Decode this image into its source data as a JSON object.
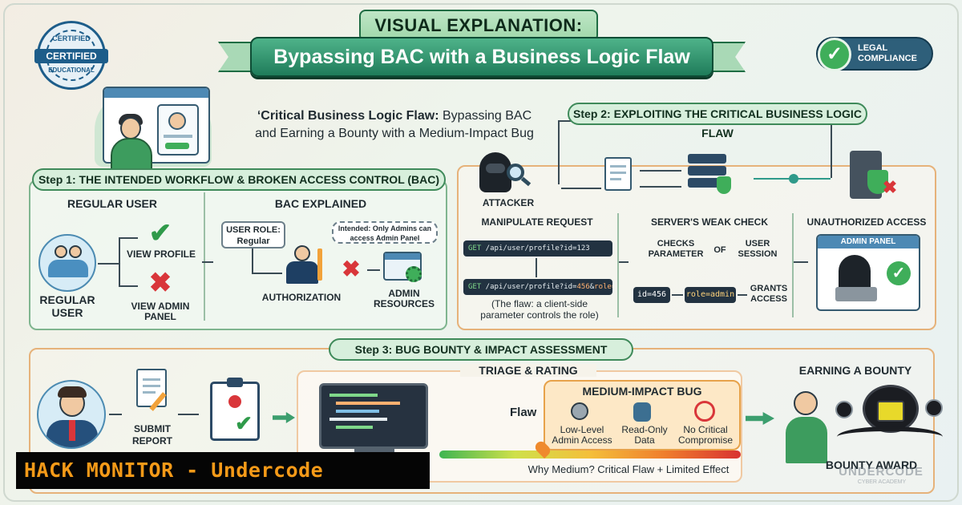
{
  "title": {
    "top": "VISUAL EXPLANATION:",
    "main": "Bypassing BAC with a Business Logic Flaw"
  },
  "seal": {
    "top": "CERTIFIED",
    "ribbon": "CERTIFIED",
    "bottom": "EDUCATIONAL"
  },
  "legal": {
    "line1": "LEGAL",
    "line2": "COMPLIANCE"
  },
  "intro": {
    "bold": "‘Critical Business Logic Flaw:",
    "rest1": " Bypassing BAC",
    "line2": "and Earning a Bounty with a Medium-Impact Bug"
  },
  "step1": {
    "tab": "Step 1: THE INTENDED WORKFLOW & BROKEN ACCESS CONTROL (BAC)",
    "regular_user_heading": "REGULAR USER",
    "regular_user_label": "REGULAR USER",
    "view_profile": "VIEW PROFILE",
    "view_admin": "VIEW ADMIN PANEL",
    "bac_heading": "BAC EXPLAINED",
    "user_role": "USER ROLE: Regular",
    "intended": "Intended: Only Admins can access Admin Panel",
    "authorization": "AUTHORIZATION",
    "admin_resources": "ADMIN RESOURCES"
  },
  "step2": {
    "tab": "Step 2: EXPLOITING THE CRITICAL BUSINESS LOGIC FLAW",
    "attacker": "ATTACKER",
    "manipulate": "MANIPULATE REQUEST",
    "req1_method": "GET",
    "req1_path": " /api/user/profile?id=123",
    "req2_method": "GET",
    "req2_path": " /api/user/profile?id=",
    "req2_id": "456",
    "req2_amp": "&",
    "req2_role": "role=admin",
    "flaw_note": "(The flaw: a client-side parameter controls the role)",
    "weak_check": "SERVER'S WEAK CHECK",
    "checks_param": "CHECKS PARAMETER",
    "of": "OF",
    "user_session": "USER SESSION",
    "id_pill": "id=456",
    "role_pill": "role=admin",
    "grants": "GRANTS ACCESS",
    "unauthorized": "UNAUTHORIZED ACCESS",
    "admin_panel": "ADMIN PANEL"
  },
  "step3": {
    "tab": "Step 3:  BUG BOUNTY & IMPACT ASSESSMENT",
    "submit": "SUBMIT REPORT",
    "triage": "TRIAGE & RATING",
    "flaw": "Flaw",
    "medium": "MEDIUM-IMPACT BUG",
    "low_level": "Low-Level Admin Access",
    "read_only": "Read-Only Data",
    "no_critical": "No Critical Compromise",
    "why_medium": "Why Medium? Critical Flaw + Limited Effect",
    "earning": "EARNING A BOUNTY",
    "bounty_award": "BOUNTY AWARD"
  },
  "watermark": {
    "hack_monitor": "HACK MONITOR - Undercode",
    "undercode": "UNDERCODE",
    "cyber": "CYBER   ACADEMY"
  },
  "colors": {
    "accent_green": "#1f7c5a",
    "orange": "#f59a18",
    "danger": "#d9363a",
    "ok": "#2f9a4a"
  }
}
